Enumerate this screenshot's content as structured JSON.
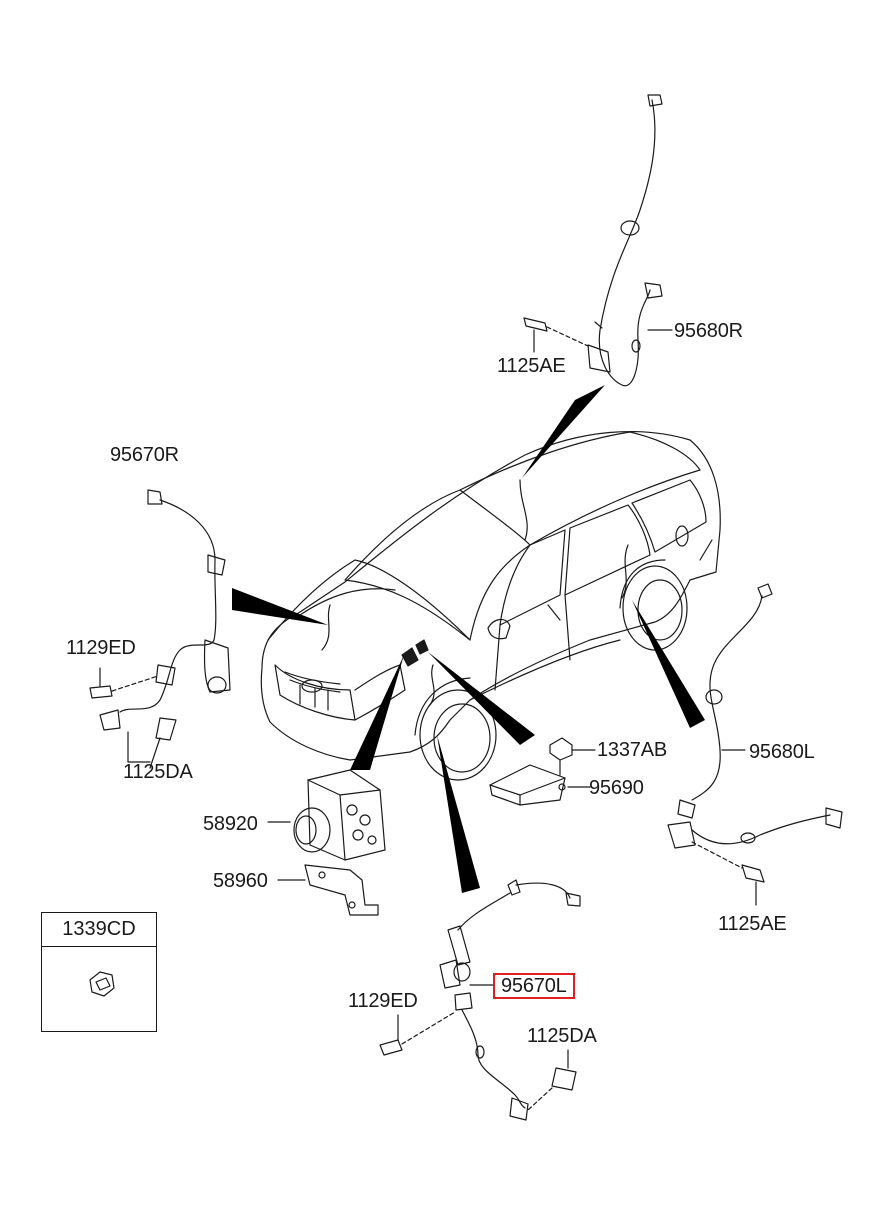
{
  "parts": {
    "p95680R": "95680R",
    "p1125AE_top": "1125AE",
    "p95670R": "95670R",
    "p1129ED_left": "1129ED",
    "p1125DA_left": "1125DA",
    "p1337AB": "1337AB",
    "p95690": "95690",
    "p95680L": "95680L",
    "p58920": "58920",
    "p58960": "58960",
    "p1125AE_right": "1125AE",
    "p1339CD": "1339CD",
    "p95670L": "95670L",
    "p1129ED_bottom": "1129ED",
    "p1125DA_bottom": "1125DA"
  },
  "highlighted_part": "95670L",
  "colors": {
    "line": "#1a1a1a",
    "highlight": "#e02020"
  }
}
